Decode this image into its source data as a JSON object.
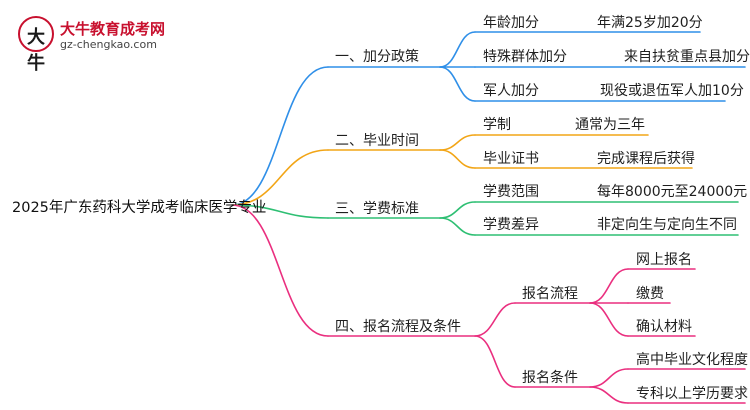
{
  "logo": {
    "glyph": "大牛",
    "name": "大牛教育成考网",
    "url": "gz-chengkao.com"
  },
  "root": "2025年广东药科大学成考临床医学专业",
  "colors": {
    "blue": "#2f8fe8",
    "orange": "#f2a516",
    "green": "#2ebf73",
    "pink": "#ea2f7f"
  },
  "branches": [
    {
      "label": "一、加分政策",
      "color": "blue",
      "children": [
        {
          "label": "年龄加分",
          "detail": "年满25岁加20分"
        },
        {
          "label": "特殊群体加分",
          "detail": "来自扶贫重点县加分"
        },
        {
          "label": "军人加分",
          "detail": "现役或退伍军人加10分"
        }
      ]
    },
    {
      "label": "二、毕业时间",
      "color": "orange",
      "children": [
        {
          "label": "学制",
          "detail": "通常为三年"
        },
        {
          "label": "毕业证书",
          "detail": "完成课程后获得"
        }
      ]
    },
    {
      "label": "三、学费标准",
      "color": "green",
      "children": [
        {
          "label": "学费范围",
          "detail": "每年8000元至24000元"
        },
        {
          "label": "学费差异",
          "detail": "非定向生与定向生不同"
        }
      ]
    },
    {
      "label": "四、报名流程及条件",
      "color": "pink",
      "children": [
        {
          "label": "报名流程",
          "items": [
            "网上报名",
            "缴费",
            "确认材料"
          ]
        },
        {
          "label": "报名条件",
          "items": [
            "高中毕业文化程度",
            "专科以上学历要求"
          ]
        }
      ]
    }
  ]
}
